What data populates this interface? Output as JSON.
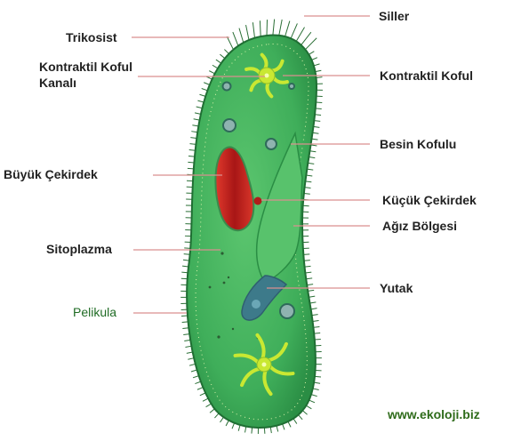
{
  "diagram": {
    "labels": {
      "trikosist": "Trikosist",
      "kontraktil_koful_kanali_1": "Kontraktil Koful",
      "kontraktil_koful_kanali_2": "Kanalı",
      "buyuk_cekirdek": "Büyük Çekirdek",
      "sitoplazma": "Sitoplazma",
      "pelikula": "Pelikula",
      "siller": "Siller",
      "kontraktil_koful": "Kontraktil Koful",
      "besin_kofulu": "Besin Kofulu",
      "kucuk_cekirdek": "Küçük Çekirdek",
      "agiz_bolgesi": "Ağız Bölgesi",
      "yutak": "Yutak"
    },
    "website": "www.ekoloji.biz",
    "colors": {
      "body": "#3fae5a",
      "body_dark": "#1f7a37",
      "macronucleus": "#c0231e",
      "contractile_vacuole": "#c9e832",
      "leader_line": "#d98f8f",
      "label_green": "#1f6b24"
    }
  }
}
